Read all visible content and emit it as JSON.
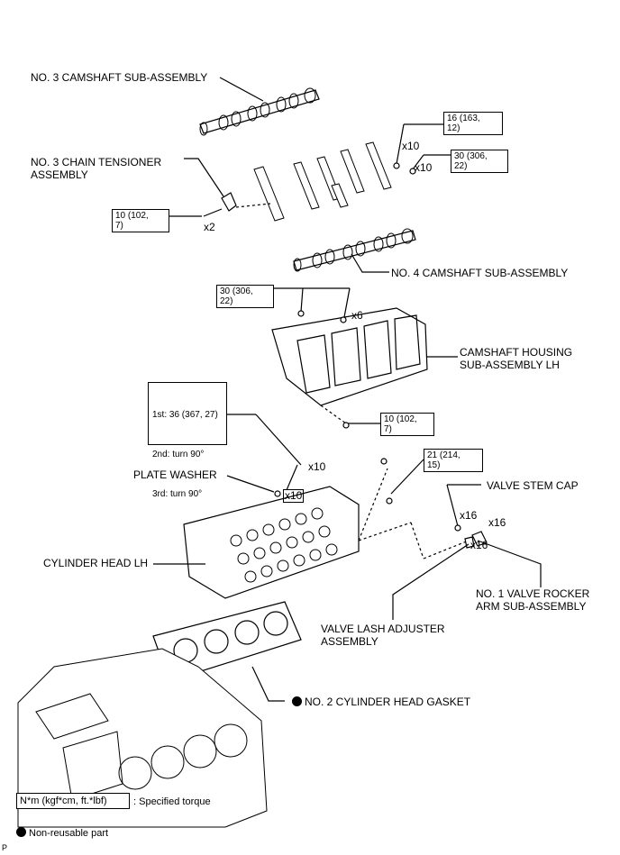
{
  "labels": {
    "cam3": "NO. 3 CAMSHAFT SUB-ASSEMBLY",
    "tensioner_l1": "NO. 3 CHAIN TENSIONER",
    "tensioner_l2": "ASSEMBLY",
    "cam4": "NO. 4 CAMSHAFT SUB-ASSEMBLY",
    "housing_l1": "CAMSHAFT HOUSING",
    "housing_l2": "SUB-ASSEMBLY LH",
    "plate_washer": "PLATE WASHER",
    "valve_stem_cap": "VALVE STEM CAP",
    "cylinder_head": "CYLINDER HEAD LH",
    "rocker_l1": "NO. 1 VALVE ROCKER",
    "rocker_l2": "ARM SUB-ASSEMBLY",
    "lash_l1": "VALVE LASH ADJUSTER",
    "lash_l2": "ASSEMBLY",
    "gasket": "NO. 2 CYLINDER HEAD GASKET"
  },
  "torque": {
    "t16": "16 (163,\n12)",
    "t30a": "30 (306,\n22)",
    "t10a": "10 (102,\n7)",
    "t30b": "30 (306,\n22)",
    "t10b": "10 (102,\n7)",
    "t21": "21 (214,\n15)",
    "stage1": "1st: 36 (367, 27)",
    "stage2": "2nd: turn 90°",
    "stage3": "3rd: turn 90°"
  },
  "quantities": {
    "q_x10_a": "x10",
    "q_x10_b": "x10",
    "q_x2": "x2",
    "q_x6": "x6",
    "q_x10_c": "x10",
    "q_x10_d": "x10",
    "q_x16_a": "x16",
    "q_x16_b": "x16",
    "q_x16_c": "x16"
  },
  "legend": {
    "torque_unit": "N*m (kgf*cm, ft.*lbf)",
    "torque_desc": ": Specified torque",
    "nonreusable": "Non-reusable part"
  },
  "corner_mark": "P"
}
